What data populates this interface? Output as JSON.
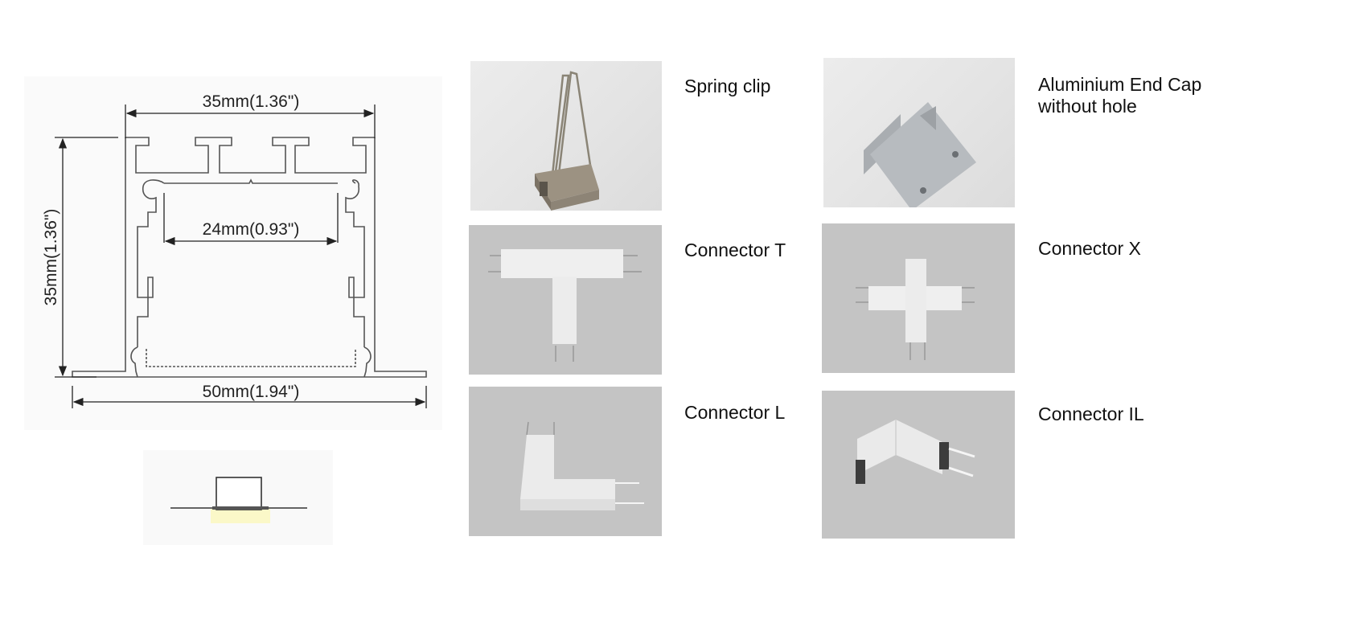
{
  "profile_drawing": {
    "top_width_label": "35mm(1.36\")",
    "height_label": "35mm(1.36\")",
    "inner_width_label": "24mm(0.93\")",
    "overall_width_label": "50mm(1.94\")"
  },
  "installation_diagram": {
    "description": "recessed-profile-cross-section"
  },
  "accessories": [
    {
      "name": "Spring clip",
      "image": "spring-clip-photo"
    },
    {
      "name": "Aluminium End Cap\nwithout hole",
      "image": "end-cap-photo"
    },
    {
      "name": "Connector T",
      "image": "connector-t-photo"
    },
    {
      "name": "Connector X",
      "image": "connector-x-photo"
    },
    {
      "name": "Connector L",
      "image": "connector-l-photo"
    },
    {
      "name": "Connector IL",
      "image": "connector-il-photo"
    }
  ],
  "colors": {
    "line": "#444444",
    "photo_gray": "#c4c4c4",
    "connector_white": "#efefef",
    "led_glow": "#fbf8c8"
  }
}
